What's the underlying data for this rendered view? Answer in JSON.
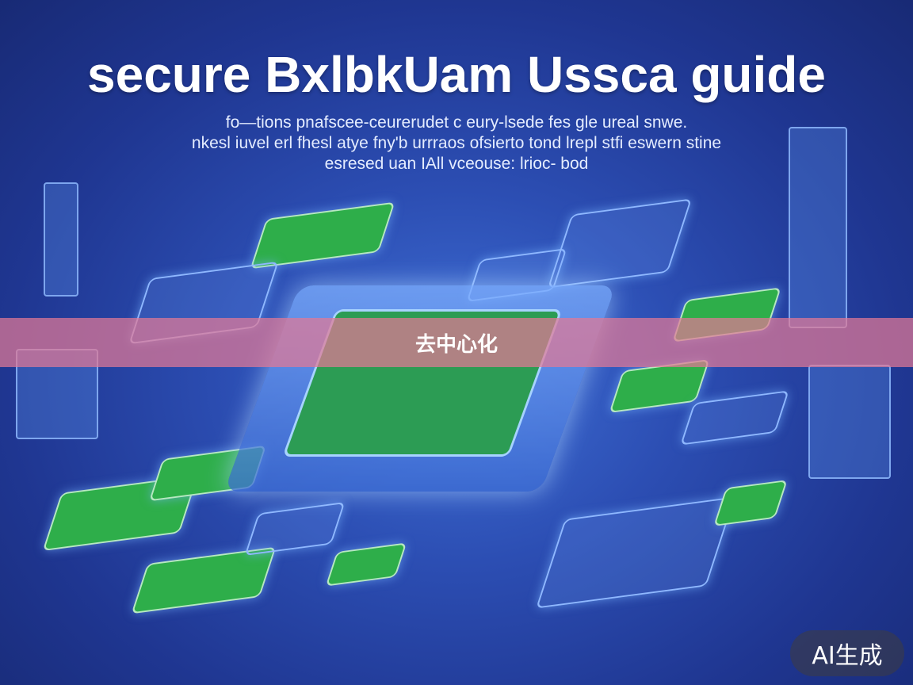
{
  "header": {
    "title": "secure BxlbkUam Ussca guide",
    "subtitle_lines": [
      "fo—tions pnafscee-ceurerudet c eury-lsede fes gle ureal snwe.",
      "nkesl iuvel erl fhesl atye fny'b urrraos ofsierto tond lrepl stfi eswern stine",
      "esresed uan IAll vceouse: lrioc- bod"
    ]
  },
  "banner": {
    "label": "去中心化"
  },
  "badge": {
    "label": "AI生成"
  },
  "colors": {
    "background": "#2c4eb3",
    "banner": "#e27896",
    "panel_green": "#2eae4a"
  }
}
